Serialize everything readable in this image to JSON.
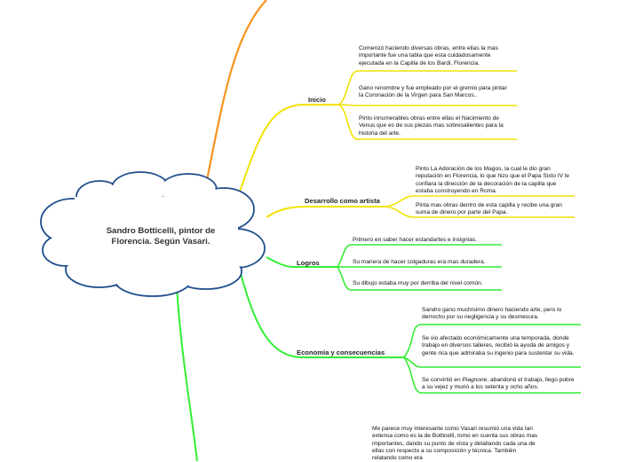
{
  "central": {
    "title": "Sandro Botticelli, pintor de Florencia. Según Vasari."
  },
  "branches": {
    "inicio": {
      "label": "Inicio",
      "notes": [
        "Comenzó haciendo diversas obras, entre ellas la mas importante fue una tabla que esta cuidadosamente ejecutada en la Capilla de los Bardi, Florencia.",
        "Gano renombre y fue empleado por el gremio para pintar la Coronación de la Virgen para San Marcos..",
        "Pinto innumerables obras entre ellas el Nacimiento de Venus que es de sus piezas mas sobresalientes para la historia del arte."
      ]
    },
    "desarrollo": {
      "label": "Desarrollo como artista",
      "notes": [
        "Pinto La Adoración de los Magos, la cual le dio gran reputación en Florencia, lo que hizo que el Papa Sixto IV le confiara la dirección de la decoración de la capilla que estaba construyendo en Roma.",
        "Pinta mas obras dentro de esta capilla y recibe una gran suma de dinero por parte del Papa."
      ]
    },
    "logros": {
      "label": "Logros",
      "notes": [
        "Primero en saber hacer estandartes e insignias.",
        "Su manera de hacer colgaduras era mas duradera.",
        "Su dibujo estaba muy por derriba del nivel común."
      ]
    },
    "economia": {
      "label": "Economía y consecuencias",
      "notes": [
        "Sandro gano muchísimo dinero haciendo arte, pero lo derrocho por su negligencia y su desmesura.",
        "Se vio afectado económicamente una temporada, donde trabajo en diversos talleres, recibió la ayuda de amigos y gente rica que admiraba su ingenio para sustentar su vida."
      ],
      "note3": {
        "before": "Se convirtió en ",
        "italic": "Piagnone",
        "after": ", abandonó el trabajo, llego pobre a su vejez y murió a los setenta y ocho años."
      }
    }
  },
  "essay": "Me parece muy interesante como Vasari resumió una vida tan extensa como es la de Botticelli, tomo en cuenta sus obras mas importantes, dando su punto de vista y detallando cada una de ellas con respecto a su composición y técnica. También relatando como era",
  "colors": {
    "orange": "#f7941d",
    "yellow": "#f2e200",
    "green": "#33ee33",
    "cloud": "#1f4e8c"
  }
}
